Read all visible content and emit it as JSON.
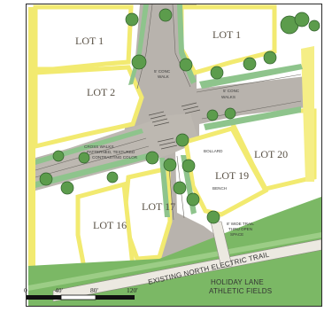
{
  "colors": {
    "lot_fill": "#ffffff",
    "lot_border": "#f2ea70",
    "ground": "#b8b3ad",
    "walk": "#dcd8d2",
    "green_strip": "#8ec48c",
    "tree": "#5c9c4c",
    "trail_green": "#7bb865",
    "frame": "#2a2a2a"
  },
  "lots": [
    {
      "id": "lot-1-west",
      "label": "LOT 1"
    },
    {
      "id": "lot-1-east",
      "label": "LOT 1"
    },
    {
      "id": "lot-2",
      "label": "LOT 2"
    },
    {
      "id": "lot-20",
      "label": "LOT 20"
    },
    {
      "id": "lot-19",
      "label": "LOT 19"
    },
    {
      "id": "lot-17",
      "label": "LOT 17"
    },
    {
      "id": "lot-16",
      "label": "LOT 16"
    }
  ],
  "annotations": {
    "conc_walk_north": [
      "5' CONC",
      "WALK"
    ],
    "conc_walks_east": [
      "5' CONC",
      "WALKS"
    ],
    "cross_walks": [
      "CROSS WALKS",
      "PATTERNED, TEXTURED",
      "CONTRASTING COLOR"
    ],
    "bollard": "BOLLARD",
    "bench": "BENCH",
    "trail_note": [
      "8' WIDE TRAIL",
      "THRU OPEN",
      "SPACE"
    ],
    "electric_trail": "EXISTING NORTH ELECTRIC TRAIL",
    "athletic_fields": [
      "HOLIDAY LANE",
      "ATHLETIC FIELDS"
    ]
  },
  "scale_bar": {
    "labels": [
      "0",
      "40'",
      "80'",
      "120'"
    ]
  }
}
